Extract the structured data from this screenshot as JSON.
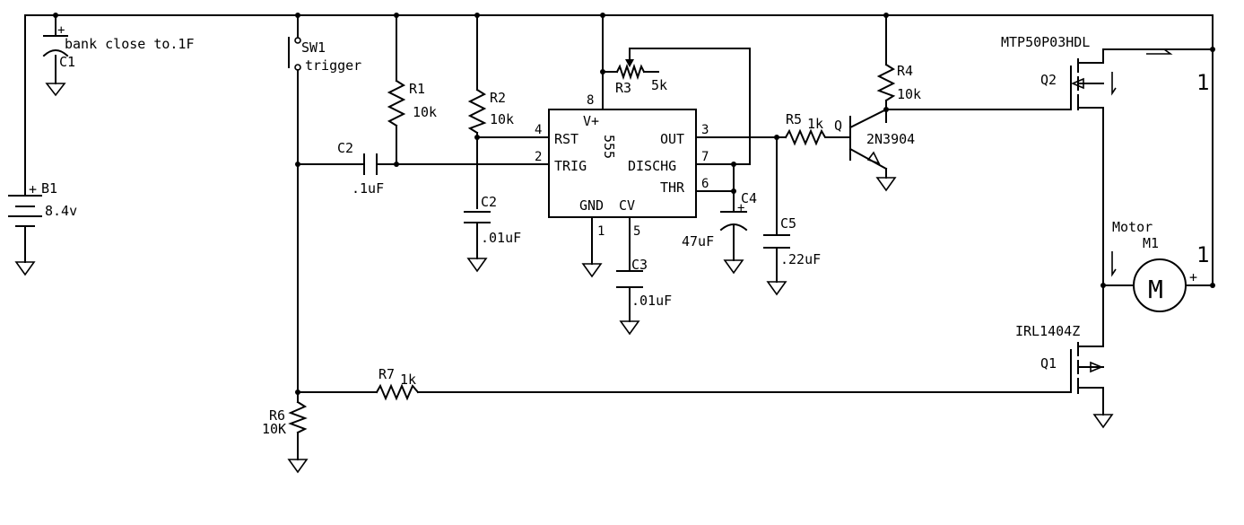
{
  "labels": {
    "c1_note": "bank close to.1F",
    "c1": "C1",
    "c1_plus": "+",
    "b1": "B1",
    "b1_plus": "+",
    "b1_val": "8.4v",
    "sw1": "SW1",
    "sw1_val": "trigger",
    "c2a": "C2",
    "c2a_val": ".1uF",
    "r1": "R1",
    "r1_val": "10k",
    "r2": "R2",
    "r2_val": "10k",
    "c2b": "C2",
    "c2b_val": ".01uF",
    "r3": "R3",
    "r3_val": "5k",
    "ic_v": "V+",
    "ic_rst": "RST",
    "ic_trig": "TRIG",
    "ic_gnd": "GND",
    "ic_cv": "CV",
    "ic_out": "OUT",
    "ic_dischg": "DISCHG",
    "ic_thr": "THR",
    "ic_555": "555",
    "pin8": "8",
    "pin4": "4",
    "pin2": "2",
    "pin1": "1",
    "pin5": "5",
    "pin3": "3",
    "pin7": "7",
    "pin6": "6",
    "c3": "C3",
    "c3_val": ".01uF",
    "c4": "C4",
    "c4_plus": "+",
    "c4_val": "47uF",
    "c5": "C5",
    "c5_val": ".22uF",
    "r5": "R5",
    "r5_val": "1k",
    "q_label": "Q",
    "q_val": "2N3904",
    "r4": "R4",
    "r4_val": "10k",
    "q2_part": "MTP50P03HDL",
    "q2": "Q2",
    "motor": "Motor",
    "m1": "M1",
    "m_sym": "M",
    "m_plus": "+",
    "q1_part": "IRL1404Z",
    "q1": "Q1",
    "r7": "R7",
    "r7_val": "1k",
    "r6": "R6",
    "r6_val": "10K",
    "arrow_label_top": "1",
    "arrow_label_bottom": "1"
  }
}
